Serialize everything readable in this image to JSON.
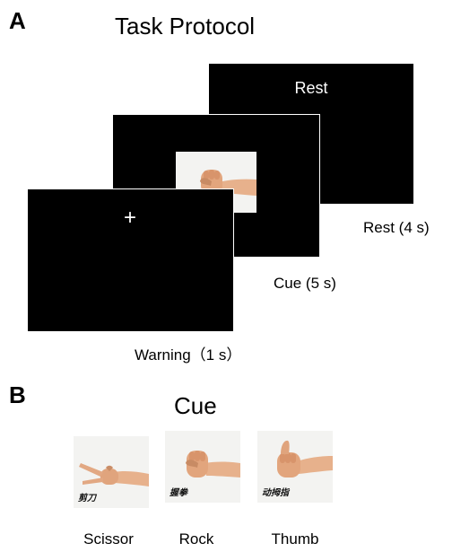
{
  "panel_a": {
    "letter": "A",
    "title": "Task Protocol",
    "screens": {
      "rest": {
        "text": "Rest",
        "caption": "Rest  (4 s)"
      },
      "cue": {
        "caption": "Cue  (5 s)"
      },
      "warning": {
        "fixation": "+",
        "caption": "Warning（1 s）"
      }
    }
  },
  "panel_b": {
    "letter": "B",
    "title": "Cue",
    "items": [
      {
        "label": "Scissor",
        "zh_text": "剪刀",
        "icon": "scissor-gesture-icon"
      },
      {
        "label": "Rock",
        "zh_text": "握拳",
        "icon": "rock-gesture-icon"
      },
      {
        "label": "Thumb",
        "zh_text": "动拇指",
        "icon": "thumb-gesture-icon"
      }
    ]
  },
  "colors": {
    "screen": "#000000",
    "skin": "#e9b48f",
    "skin_shadow": "#c98d67",
    "photo_bg": "#f3f3f1"
  }
}
